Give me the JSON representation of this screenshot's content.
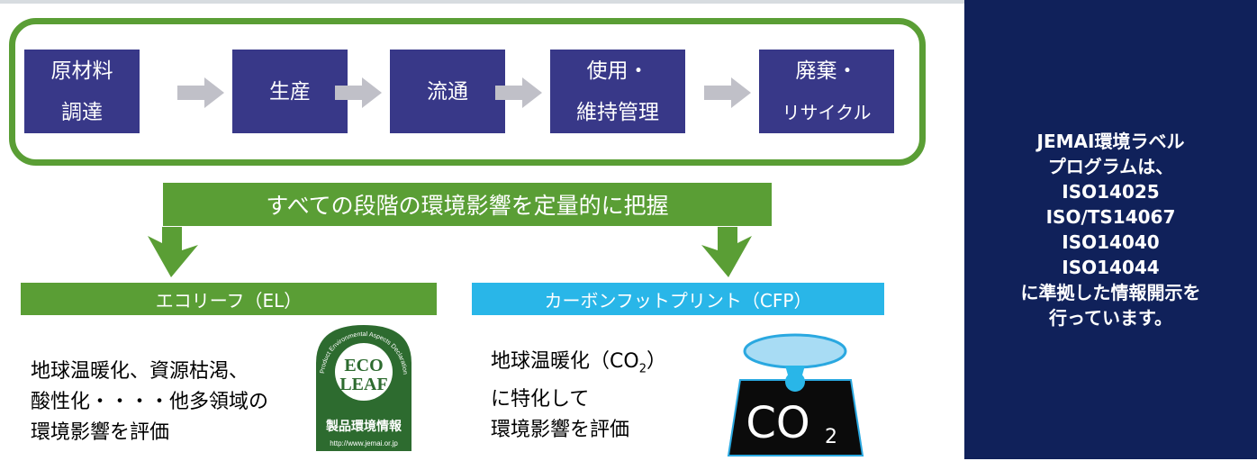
{
  "stages": [
    {
      "line1": "原材料",
      "line2": "調達"
    },
    {
      "line1": "生産",
      "line2": ""
    },
    {
      "line1": "流通",
      "line2": ""
    },
    {
      "line1": "使用・",
      "line2": "維持管理"
    },
    {
      "line1": "廃棄・",
      "line2": "リサイクル"
    }
  ],
  "banner": "すべての段階の環境影響を定量的に把握",
  "ecoleaf": {
    "label": "エコリーフ（EL）",
    "desc": [
      "地球温暖化、資源枯渇、",
      "酸性化・・・・他多領域の",
      "環境影響を評価"
    ],
    "logo_ring": "Product Environmental Aspects Declaration",
    "logo_line1": "ECO",
    "logo_line2": "LEAF",
    "logo_caption": "製品環境情報",
    "logo_url": "http://www.jemai.or.jp"
  },
  "cfp": {
    "label": "カーボンフットプリント（CFP）",
    "desc_line1": "地球温暖化（CO",
    "desc_line1_sub": "2",
    "desc_line1_end": "）",
    "desc_line2": "に特化して",
    "desc_line3": "環境影響を評価",
    "icon_text": "CO",
    "icon_sub": "2"
  },
  "sidebar": {
    "lines": [
      "JEMAI環境ラベル",
      "プログラムは、",
      "ISO14025",
      "ISO/TS14067",
      "ISO14040",
      "ISO14044",
      "に準拠した情報開示を",
      "行っています。"
    ]
  },
  "colors": {
    "stage_bg": "#383888",
    "green": "#5a9e35",
    "cfp_blue": "#29b6e8",
    "sidebar_bg": "#10215a",
    "arrow_gray": "#c0c0c8"
  }
}
